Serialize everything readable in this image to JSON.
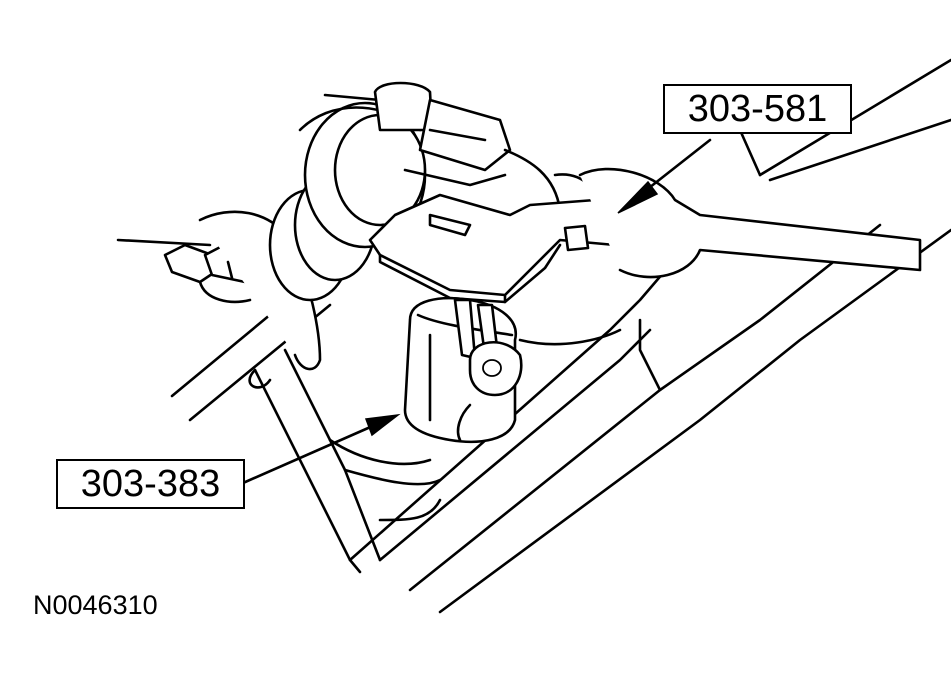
{
  "callouts": {
    "tool_upper": "303-581",
    "tool_lower": "303-383"
  },
  "figure_id": "N0046310",
  "colors": {
    "line": "#000000",
    "background": "#ffffff"
  }
}
